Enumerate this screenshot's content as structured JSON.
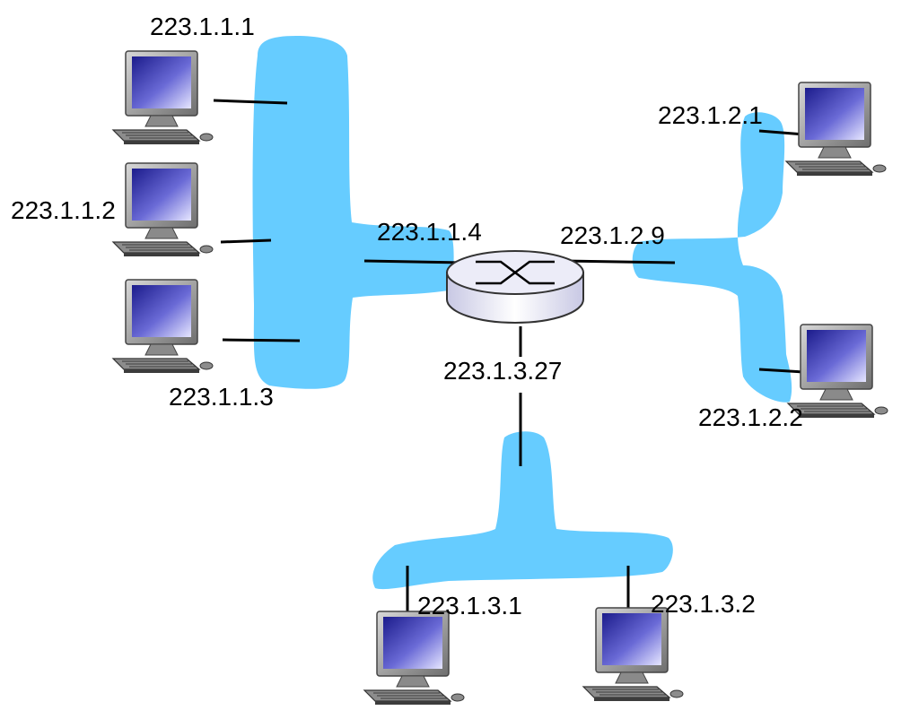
{
  "colors": {
    "network_fill": "#66ccff",
    "link": "#000000",
    "router_body": "#e9e9f7",
    "router_stroke": "#333333"
  },
  "icons": {
    "host": "desktop-computer-icon",
    "router": "router-icon"
  },
  "labels": {
    "host_1_1_1": "223.1.1.1",
    "host_1_1_2": "223.1.1.2",
    "host_1_1_3": "223.1.1.3",
    "router_if_1_1_4": "223.1.1.4",
    "router_if_1_2_9": "223.1.2.9",
    "router_if_1_3_27": "223.1.3.27",
    "host_1_2_1": "223.1.2.1",
    "host_1_2_2": "223.1.2.2",
    "host_1_3_1": "223.1.3.1",
    "host_1_3_2": "223.1.3.2"
  }
}
